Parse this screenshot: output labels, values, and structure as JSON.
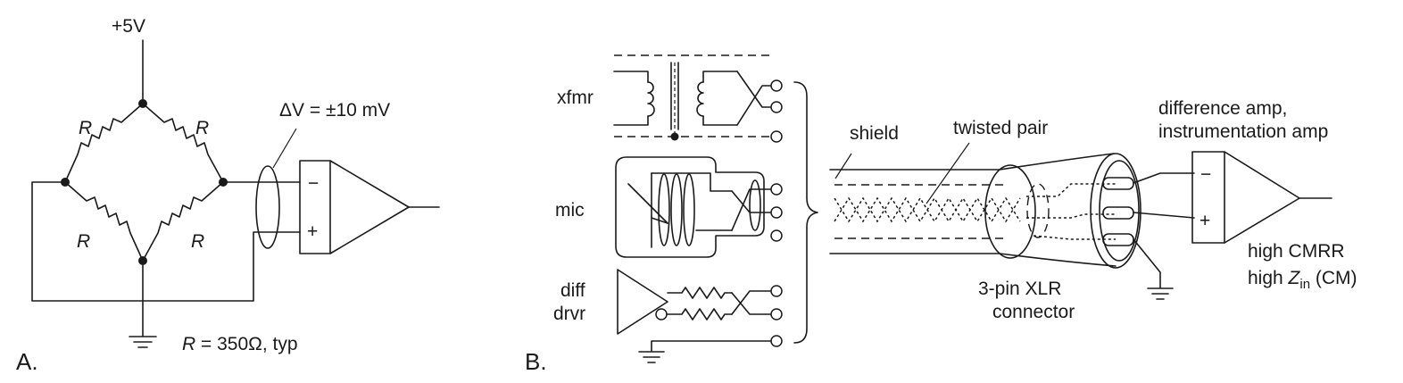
{
  "panel_a": {
    "letter": "A.",
    "supply": "+5V",
    "resistor_label": "R",
    "delta_v": "ΔV = ±10 mV",
    "minus": "−",
    "plus": "+",
    "note_var": "R",
    "note_rest": " = 350Ω, typ"
  },
  "panel_b": {
    "letter": "B.",
    "sources": {
      "xfmr": "xfmr",
      "mic": "mic",
      "diff_line1": "diff",
      "diff_line2": "drvr"
    },
    "cable": {
      "shield": "shield",
      "twisted_pair": "twisted pair"
    },
    "connector_line1": "3-pin XLR",
    "connector_line2": "connector",
    "amp_title_line1": "difference amp,",
    "amp_title_line2": "instrumentation amp",
    "minus": "−",
    "plus": "+",
    "spec_line1": "high CMRR",
    "spec_line2_prefix": "high ",
    "spec_z": "Z",
    "spec_sub": "in",
    "spec_suffix": " (CM)"
  }
}
